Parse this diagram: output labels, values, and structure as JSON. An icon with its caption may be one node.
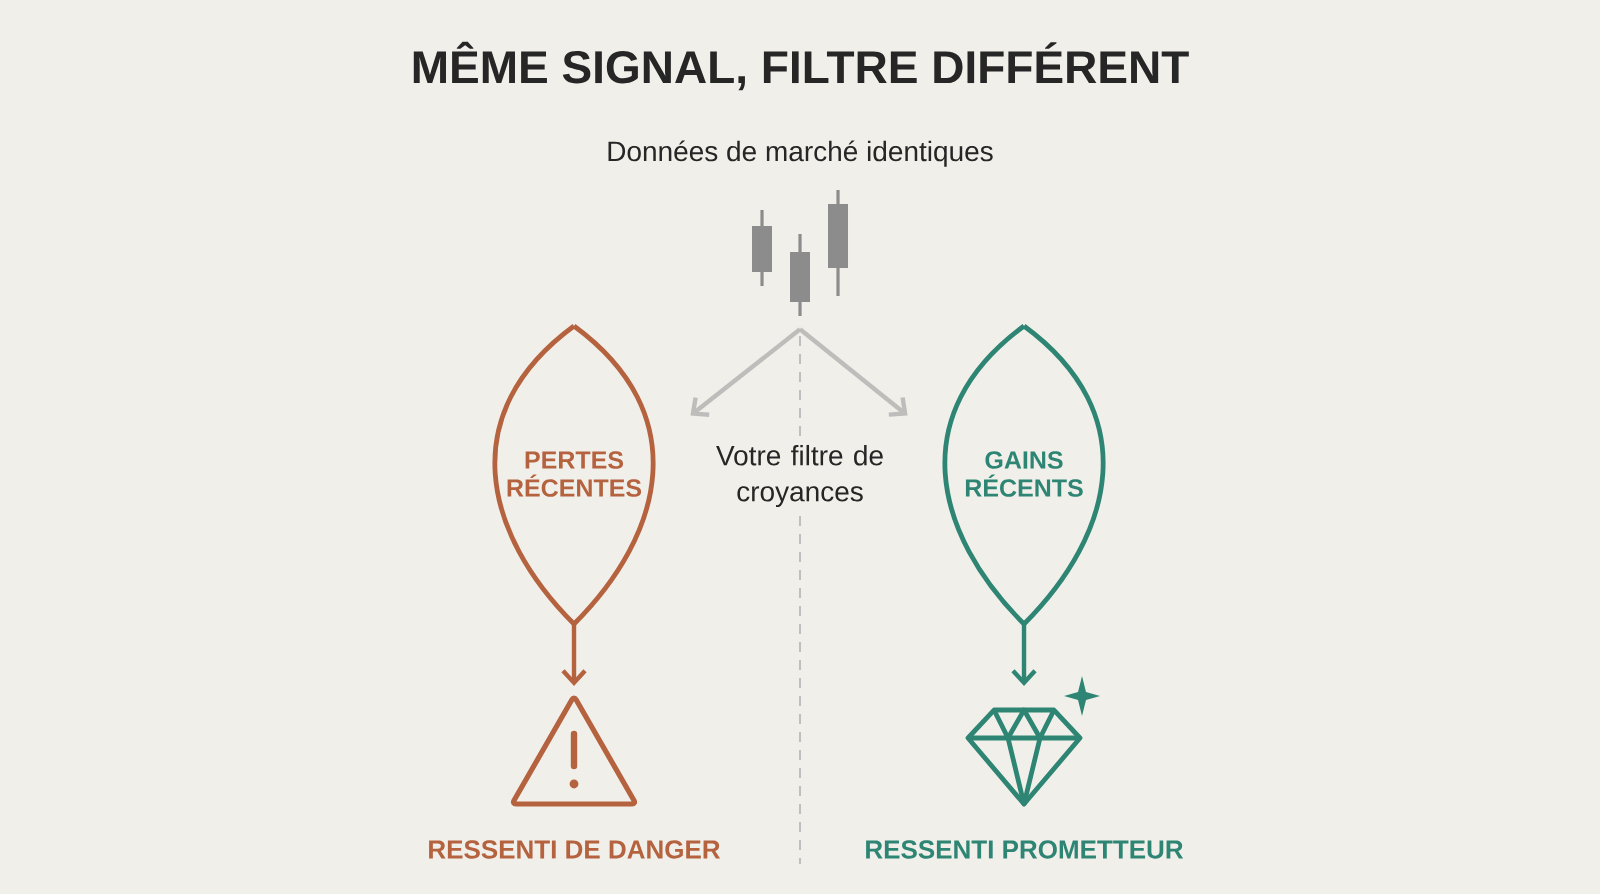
{
  "diagram": {
    "title": "MÊME SIGNAL, FILTRE DIFFÉRENT",
    "nodes": [
      {
        "text": [
          "Données de marché identiques"
        ]
      },
      {
        "text": [
          "PERTES RÉCENTES"
        ]
      },
      {
        "text": [
          "GAINS RÉCENTS"
        ]
      },
      {
        "text": [
          "RESSENTI DE DANGER"
        ]
      },
      {
        "text": [
          "RESSENTI PROMETTEUR"
        ]
      }
    ],
    "edges": [
      {
        "from": 0,
        "to": 1,
        "arrow": "to",
        "color": "#bdbdbb"
      },
      {
        "from": 0,
        "to": 2,
        "arrow": "to",
        "color": "#bdbdbb"
      },
      {
        "from": 1,
        "to": 3,
        "arrow": "to",
        "color": "#b5623f"
      },
      {
        "from": 2,
        "to": 4,
        "arrow": "to",
        "color": "#2e8573"
      }
    ],
    "labels": [
      "Votre filtre de croyances"
    ]
  }
}
